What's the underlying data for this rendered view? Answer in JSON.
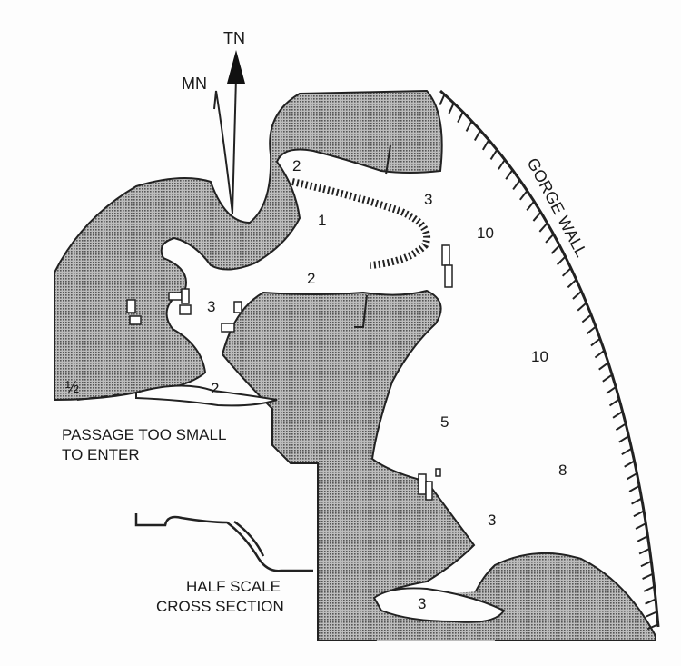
{
  "north_arrow": {
    "true_north": "TN",
    "magnetic_north": "MN"
  },
  "gorge_wall_label": "GORGE WALL",
  "depth_labels": [
    {
      "id": "upper-2",
      "text": "2"
    },
    {
      "id": "upper-1",
      "text": "1"
    },
    {
      "id": "upper-3",
      "text": "3"
    },
    {
      "id": "passage-2",
      "text": "2"
    },
    {
      "id": "left-3",
      "text": "3"
    },
    {
      "id": "lower-left-2",
      "text": "2"
    },
    {
      "id": "right-10-top",
      "text": "10"
    },
    {
      "id": "right-10-mid",
      "text": "10"
    },
    {
      "id": "center-5",
      "text": "5"
    },
    {
      "id": "right-8",
      "text": "8"
    },
    {
      "id": "lower-3",
      "text": "3"
    },
    {
      "id": "bottom-3",
      "text": "3"
    },
    {
      "id": "half",
      "text": "½"
    }
  ],
  "passage_note": {
    "line1": "PASSAGE TOO SMALL",
    "line2": "TO ENTER"
  },
  "cross_section": {
    "line1": "HALF SCALE",
    "line2": "CROSS SECTION"
  },
  "colors": {
    "ink": "#1a1a1a",
    "rock": "#8a8a8a",
    "paper": "#fdfdfd"
  }
}
